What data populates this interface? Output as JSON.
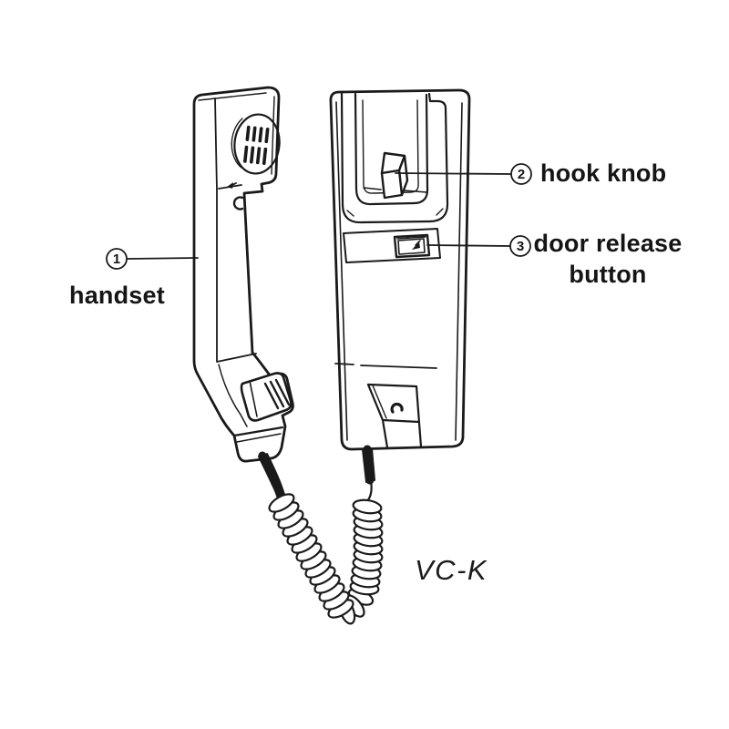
{
  "figure": {
    "background_color": "#ffffff",
    "line_color": "#1a1a1a",
    "text_color": "#151515",
    "model_label": "VC-K"
  },
  "callouts": [
    {
      "number": "1",
      "label": "handset"
    },
    {
      "number": "2",
      "label": "hook knob"
    },
    {
      "number": "3",
      "lines": [
        "door release",
        "button"
      ]
    }
  ]
}
